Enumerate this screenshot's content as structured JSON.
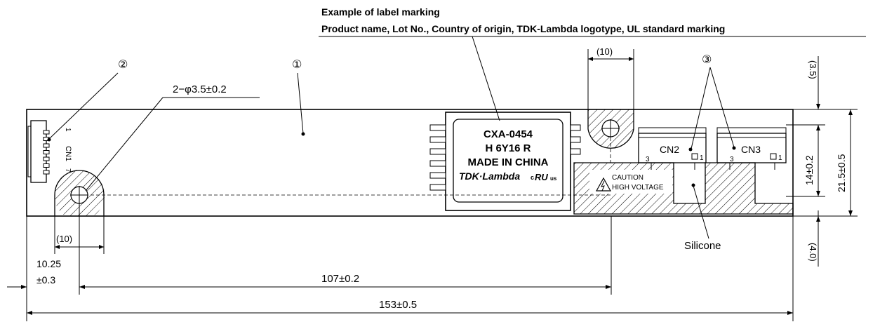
{
  "annotation": {
    "line1": "Example of label marking",
    "line2": "Product name, Lot No., Country of origin, TDK-Lambda logotype, UL standard marking"
  },
  "callouts": {
    "body": "①",
    "connector_cn1": "②",
    "connectors_cn2_cn3": "③"
  },
  "hole_spec": "2−φ3.5±0.2",
  "label": {
    "model": "CXA-0454",
    "lot": "H 6Y16 R",
    "origin": "MADE IN CHINA",
    "brand": "TDK·Lambda",
    "ul_mark": "c",
    "ul_mark_main": "RU",
    "ul_mark_suffix": "us"
  },
  "connectors": {
    "cn1": {
      "name": "CN1",
      "pin_first": "1",
      "pin_last": "7"
    },
    "cn2": {
      "name": "CN2",
      "pin_left": "3",
      "pin_right": "1"
    },
    "cn3": {
      "name": "CN3",
      "pin_left": "3",
      "pin_right": "1"
    }
  },
  "caution": {
    "line1": "CAUTION",
    "line2": "HIGH VOLTAGE"
  },
  "silicone_label": "Silicone",
  "dimensions": {
    "hole_cover_left": "(10)",
    "hole_cover_top": "(10)",
    "offset_line1": "10.25",
    "offset_line2": "±0.3",
    "hole_pitch": "107±0.2",
    "overall_length": "153±0.5",
    "top_clearance": "(3.5)",
    "connector_height": "14±0.2",
    "overall_width": "21.5±0.5",
    "bottom_clearance": "(4.0)"
  },
  "colors": {
    "line": "#000000",
    "background": "#ffffff",
    "hatch": "#000000"
  }
}
